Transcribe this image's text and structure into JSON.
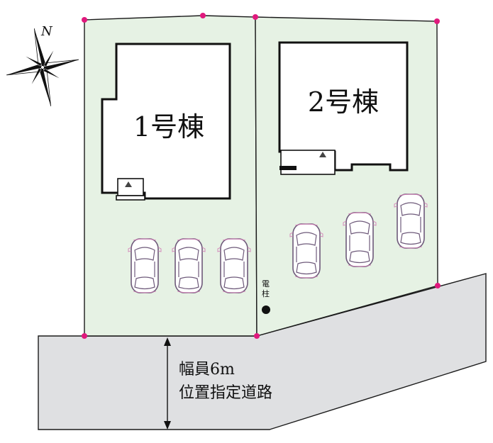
{
  "compass": {
    "north_label": "N",
    "icon": "compass-rose-icon"
  },
  "lots": [
    {
      "building_label": "1号棟",
      "parking_spaces": 3
    },
    {
      "building_label": "2号棟",
      "parking_spaces": 3
    }
  ],
  "utility_pole": {
    "label_line1": "電",
    "label_line2": "柱",
    "icon": "utility-pole-icon"
  },
  "road": {
    "width_label": "幅員6m",
    "type_label": "位置指定道路"
  },
  "colors": {
    "lot_fill": "#e6f2e4",
    "road_fill": "#dfe0e2",
    "boundary_marker": "#e0197d",
    "car_outline": "#6e5a7a"
  }
}
